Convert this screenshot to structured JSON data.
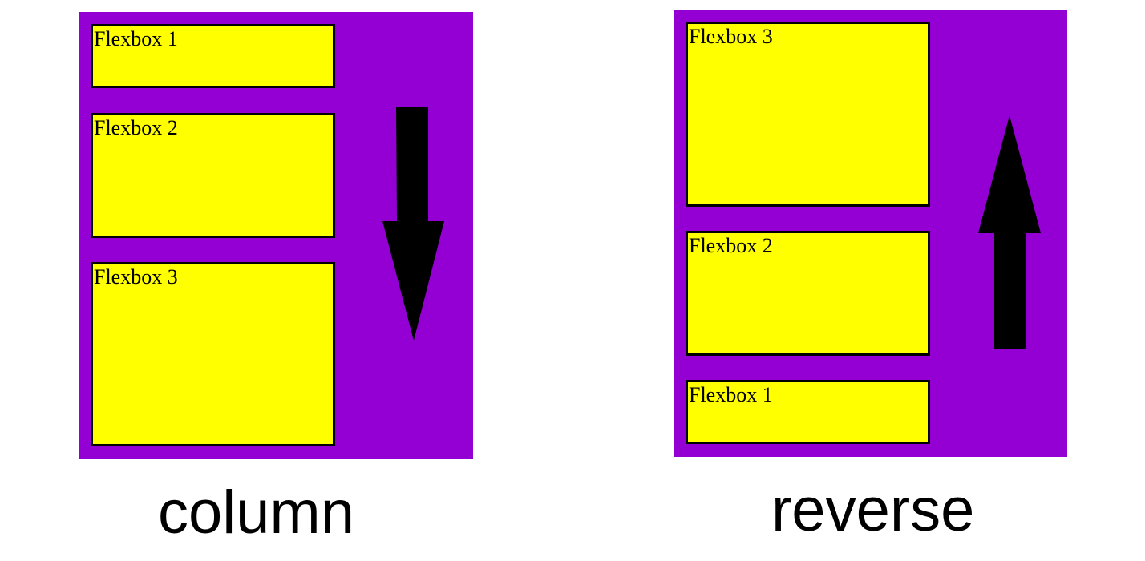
{
  "left_panel": {
    "caption": "column",
    "boxes": [
      {
        "label": "Flexbox 1"
      },
      {
        "label": "Flexbox 2"
      },
      {
        "label": "Flexbox 3"
      }
    ],
    "arrow": "arrow-down-icon"
  },
  "right_panel": {
    "caption": "reverse",
    "boxes": [
      {
        "label": "Flexbox 3"
      },
      {
        "label": "Flexbox 2"
      },
      {
        "label": "Flexbox 1"
      }
    ],
    "arrow": "arrow-up-icon"
  },
  "colors": {
    "container": "#9400D3",
    "box": "#FFFF00",
    "border": "#000000"
  }
}
